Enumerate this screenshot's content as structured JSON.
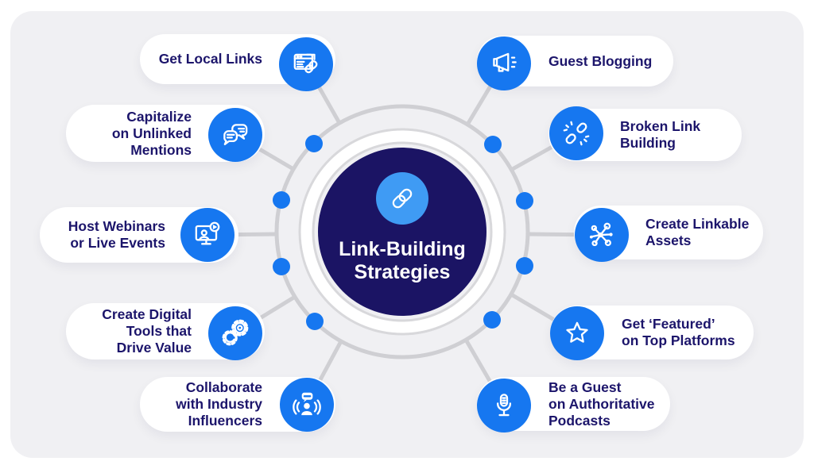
{
  "infographic": {
    "title": "Link-Building\nStrategies",
    "center_icon": "chain-link-icon",
    "colors": {
      "accent_blue": "#1677f0",
      "light_blue": "#3f9bf4",
      "navy": "#1b1464",
      "text_navy": "#1c156b",
      "line_gray": "#cfcfd3",
      "panel_bg": "#f0f0f3",
      "pill_bg": "#ffffff"
    },
    "items_left": [
      {
        "label": "Get Local Links",
        "icon": "browser-link-icon"
      },
      {
        "label": "Capitalize\non Unlinked\nMentions",
        "icon": "chat-bubbles-icon"
      },
      {
        "label": "Host Webinars\nor Live Events",
        "icon": "webinar-screen-icon"
      },
      {
        "label": "Create Digital\nTools that\nDrive Value",
        "icon": "gears-icon"
      },
      {
        "label": "Collaborate\nwith Industry\nInfluencers",
        "icon": "influencer-broadcast-icon"
      }
    ],
    "items_right": [
      {
        "label": "Guest Blogging",
        "icon": "megaphone-icon"
      },
      {
        "label": "Broken Link\nBuilding",
        "icon": "broken-link-icon"
      },
      {
        "label": "Create Linkable\nAssets",
        "icon": "network-nodes-icon"
      },
      {
        "label": "Get ‘Featured’\non Top Platforms",
        "icon": "star-icon"
      },
      {
        "label": "Be a Guest\non Authoritative\nPodcasts",
        "icon": "microphone-icon"
      }
    ]
  }
}
